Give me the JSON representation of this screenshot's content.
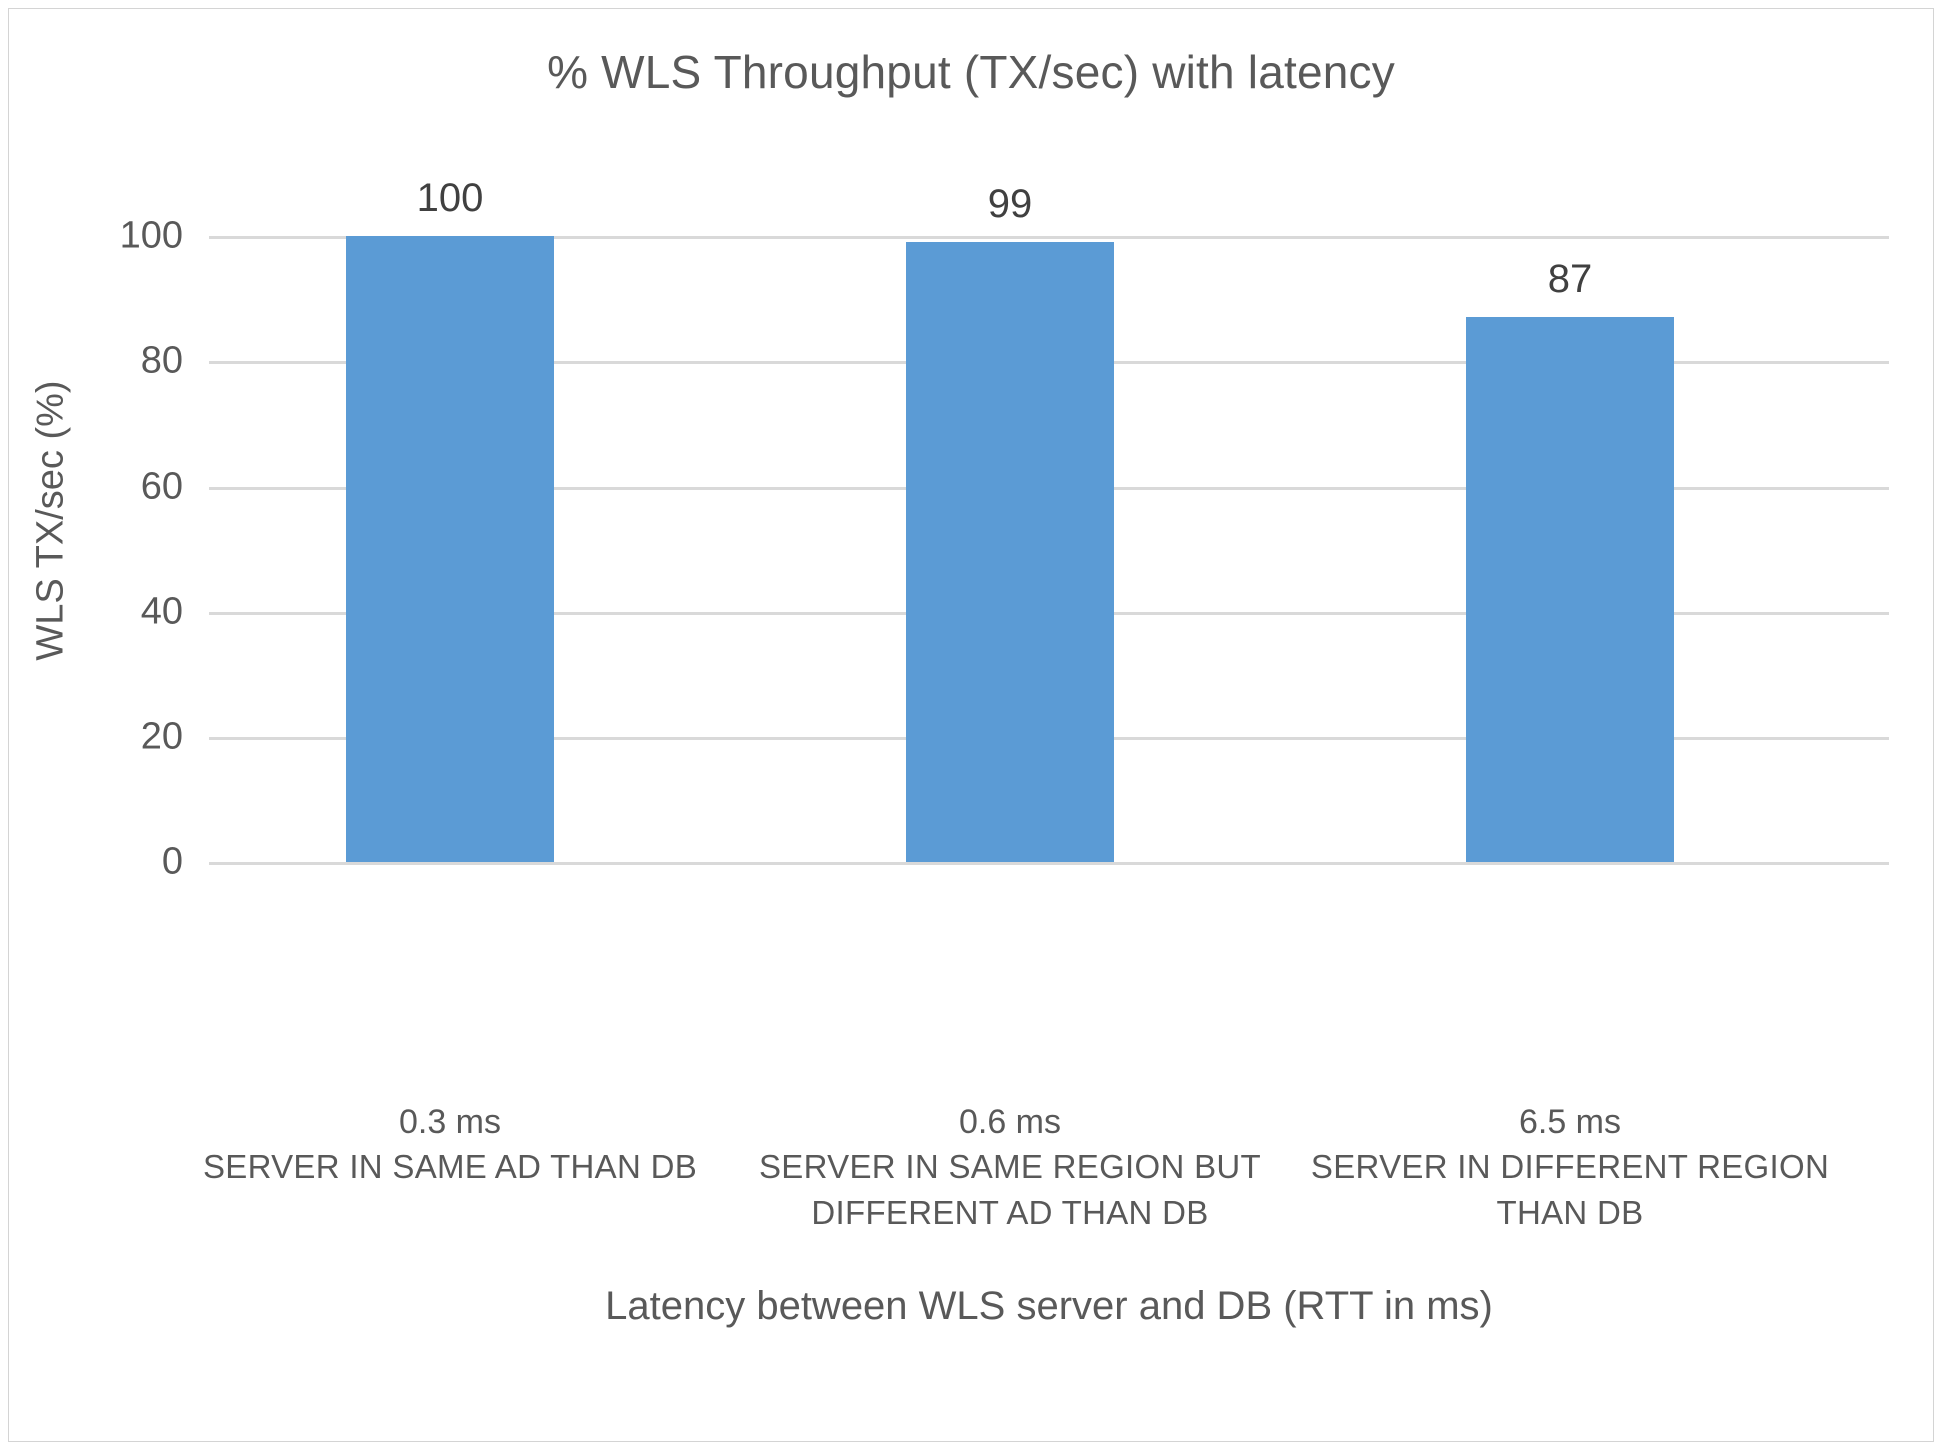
{
  "chart_data": {
    "type": "bar",
    "title": "% WLS Throughput (TX/sec) with latency",
    "xlabel": "Latency between WLS server and DB (RTT in ms)",
    "ylabel": "WLS TX/sec (%)",
    "ylim": [
      0,
      100
    ],
    "yticks": [
      0,
      20,
      40,
      60,
      80,
      100
    ],
    "ytick_labels": [
      "0",
      "20",
      "40",
      "60",
      "80",
      "100"
    ],
    "grid": true,
    "legend": "none",
    "bar_color": "#5B9BD5",
    "categories": [
      "0.3 ms\nSERVER IN SAME AD THAN DB",
      "0.6 ms\nSERVER IN SAME REGION BUT DIFFERENT AD THAN DB",
      "6.5 ms\nSERVER IN DIFFERENT REGION THAN DB"
    ],
    "category_details": [
      {
        "value": "0.3 ms",
        "lines": [
          "SERVER IN SAME AD THAN DB"
        ]
      },
      {
        "value": "0.6 ms",
        "lines": [
          "SERVER IN SAME REGION BUT",
          "DIFFERENT AD THAN DB"
        ]
      },
      {
        "value": "6.5 ms",
        "lines": [
          "SERVER IN DIFFERENT REGION",
          "THAN DB"
        ]
      }
    ],
    "values": [
      100,
      99,
      87
    ],
    "data_labels": [
      "100",
      "99",
      "87"
    ]
  },
  "colors": {
    "bar": "#5B9BD5",
    "gridline": "#D9D9D9",
    "text": "#595959",
    "data_label_text": "#404040",
    "background": "#FFFFFF",
    "border": "#D4D4D4"
  }
}
